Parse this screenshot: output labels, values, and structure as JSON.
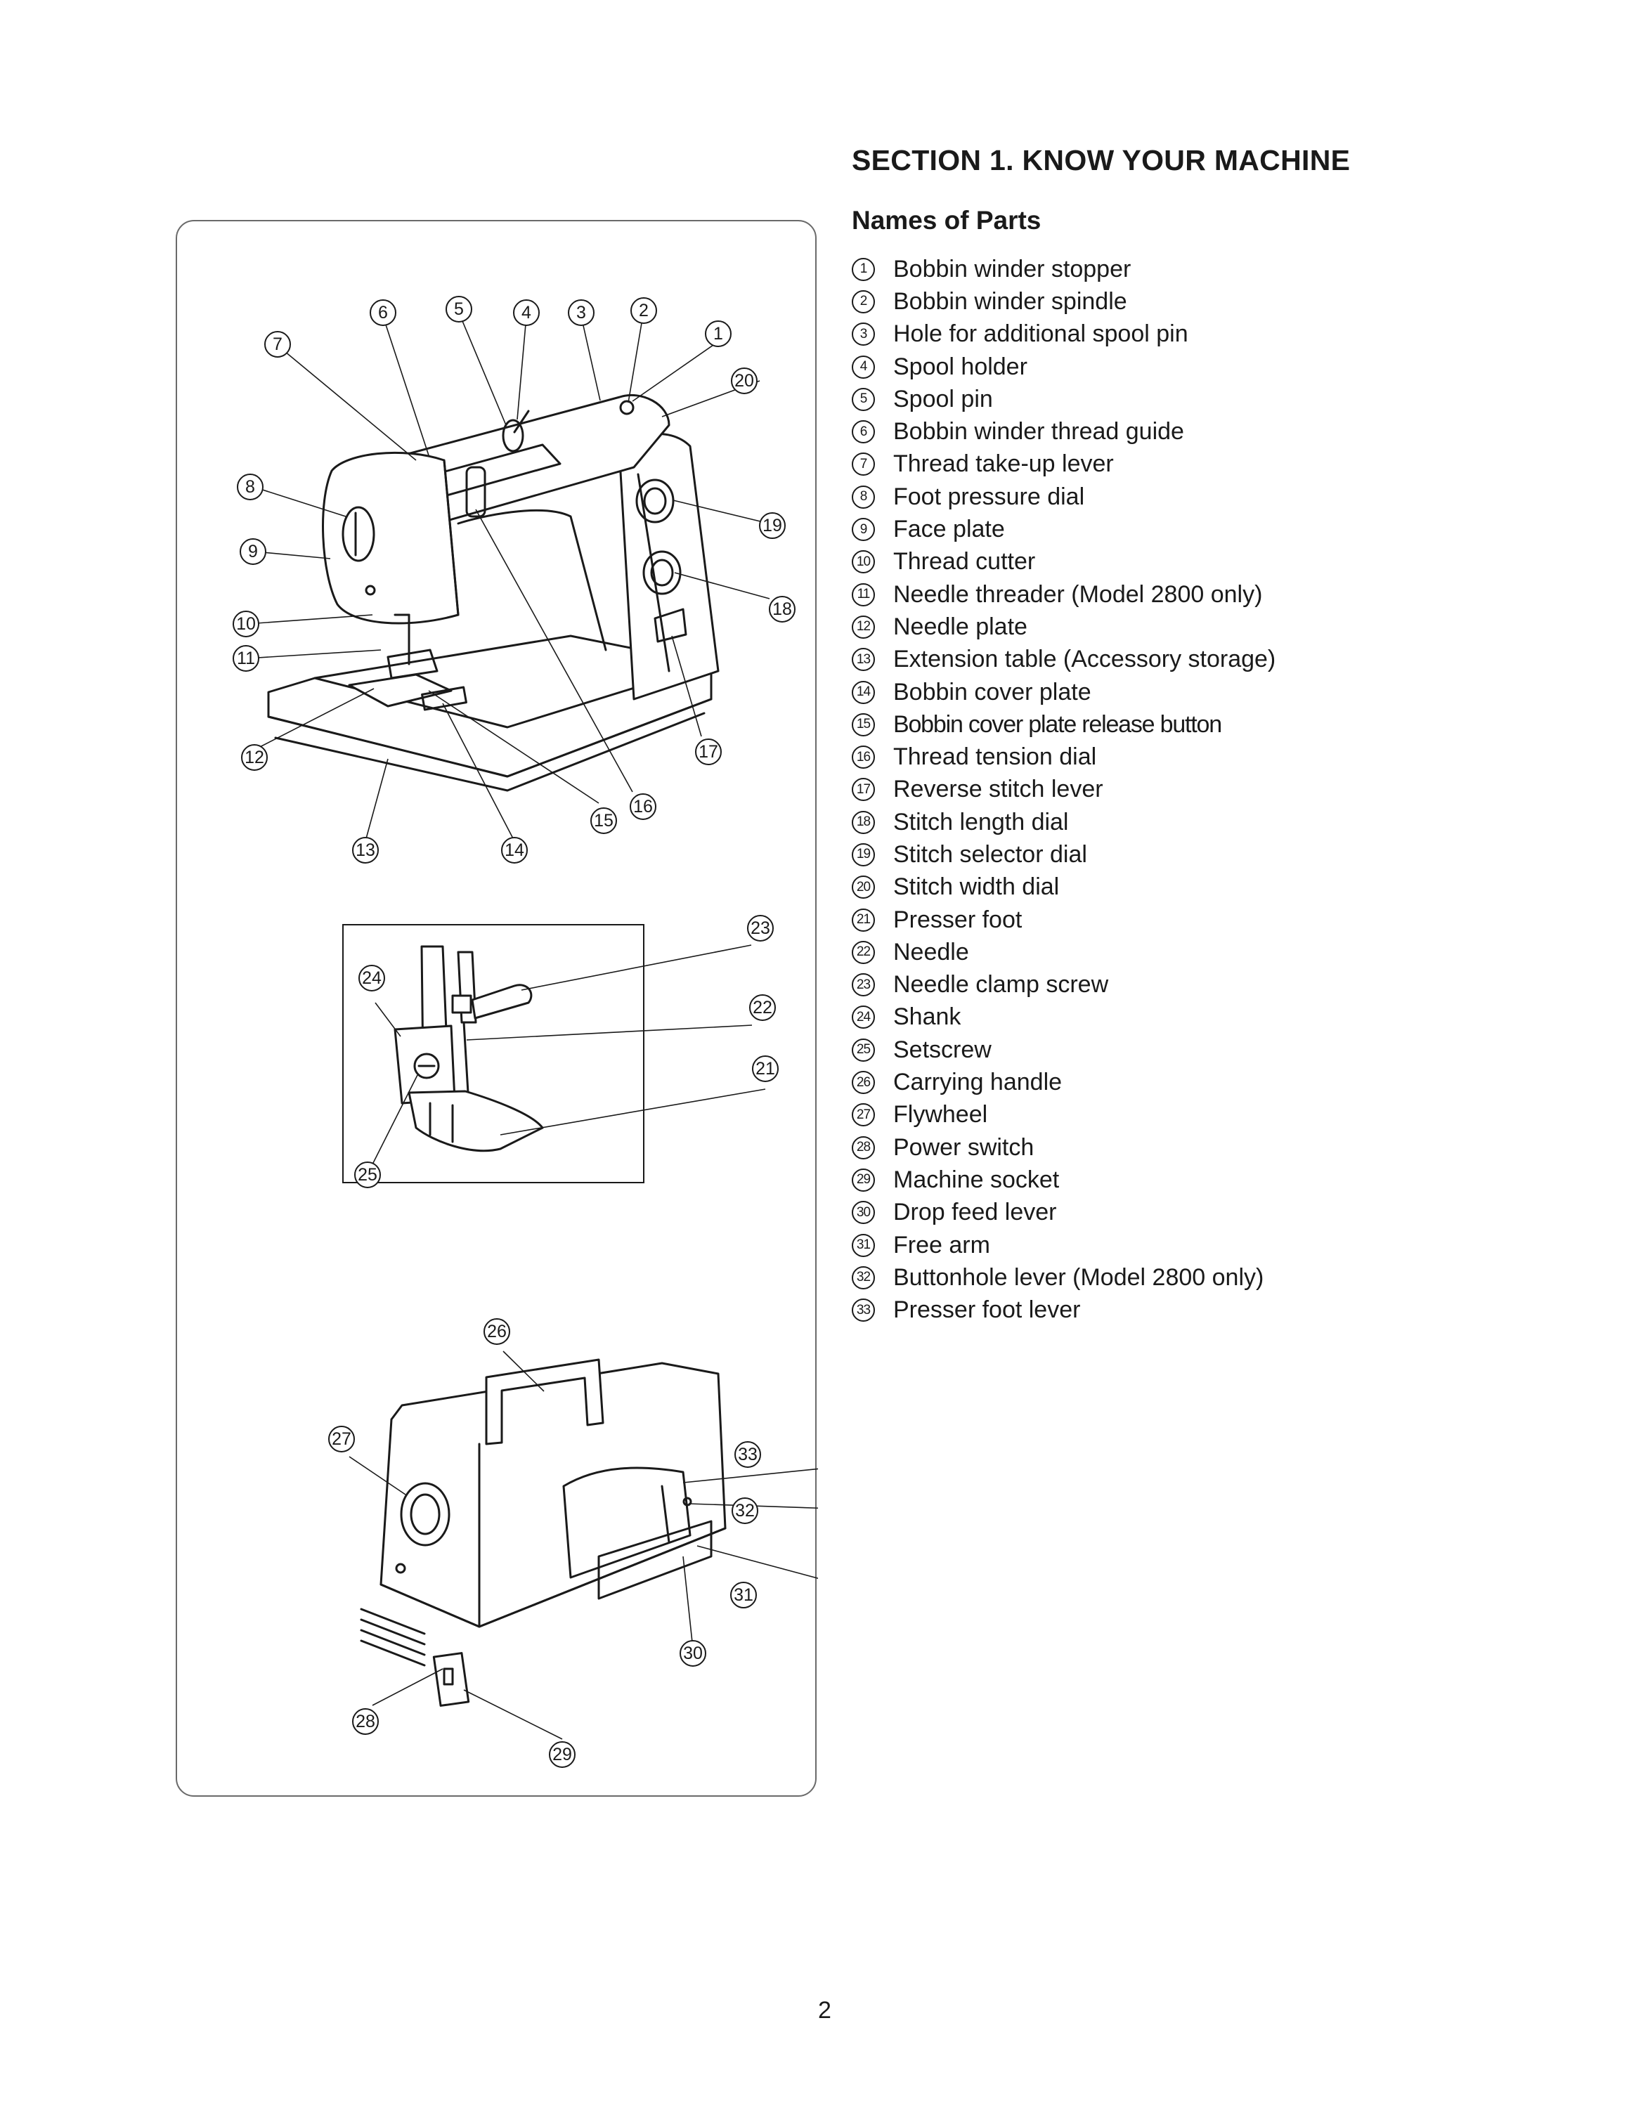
{
  "section_title": "SECTION 1. KNOW YOUR MACHINE",
  "subsection_title": "Names of Parts",
  "parts": [
    {
      "num": "1",
      "label": "Bobbin winder stopper"
    },
    {
      "num": "2",
      "label": "Bobbin winder spindle"
    },
    {
      "num": "3",
      "label": "Hole for additional spool pin"
    },
    {
      "num": "4",
      "label": "Spool holder"
    },
    {
      "num": "5",
      "label": "Spool pin"
    },
    {
      "num": "6",
      "label": "Bobbin winder thread guide"
    },
    {
      "num": "7",
      "label": "Thread take-up lever"
    },
    {
      "num": "8",
      "label": "Foot pressure dial"
    },
    {
      "num": "9",
      "label": "Face plate"
    },
    {
      "num": "10",
      "label": "Thread cutter"
    },
    {
      "num": "11",
      "label": "Needle threader (Model 2800 only)"
    },
    {
      "num": "12",
      "label": "Needle plate"
    },
    {
      "num": "13",
      "label": "Extension table (Accessory storage)"
    },
    {
      "num": "14",
      "label": "Bobbin cover plate"
    },
    {
      "num": "15",
      "label": "Bobbin cover plate release button"
    },
    {
      "num": "16",
      "label": "Thread tension dial"
    },
    {
      "num": "17",
      "label": "Reverse stitch lever"
    },
    {
      "num": "18",
      "label": "Stitch length dial"
    },
    {
      "num": "19",
      "label": "Stitch selector dial"
    },
    {
      "num": "20",
      "label": "Stitch width dial"
    },
    {
      "num": "21",
      "label": "Presser foot"
    },
    {
      "num": "22",
      "label": "Needle"
    },
    {
      "num": "23",
      "label": "Needle clamp screw"
    },
    {
      "num": "24",
      "label": "Shank"
    },
    {
      "num": "25",
      "label": "Setscrew"
    },
    {
      "num": "26",
      "label": "Carrying handle"
    },
    {
      "num": "27",
      "label": "Flywheel"
    },
    {
      "num": "28",
      "label": "Power switch"
    },
    {
      "num": "29",
      "label": "Machine socket"
    },
    {
      "num": "30",
      "label": "Drop feed lever"
    },
    {
      "num": "31",
      "label": "Free arm"
    },
    {
      "num": "32",
      "label": "Buttonhole lever (Model 2800 only)"
    },
    {
      "num": "33",
      "label": "Presser foot lever"
    }
  ],
  "page_number": "2"
}
